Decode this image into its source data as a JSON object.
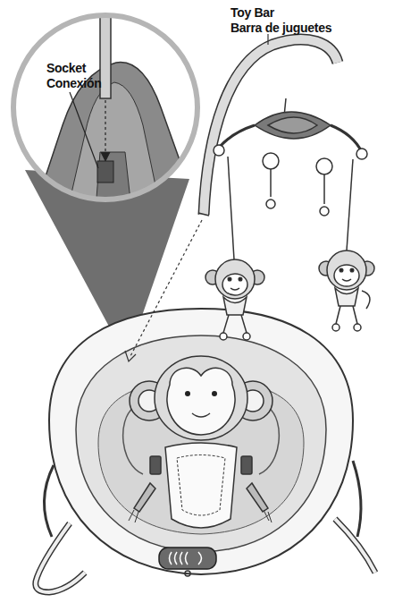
{
  "diagram": {
    "labels": [
      "Toy Bar",
      "Barra de juguetes",
      "Socket",
      "Conexión"
    ]
  }
}
